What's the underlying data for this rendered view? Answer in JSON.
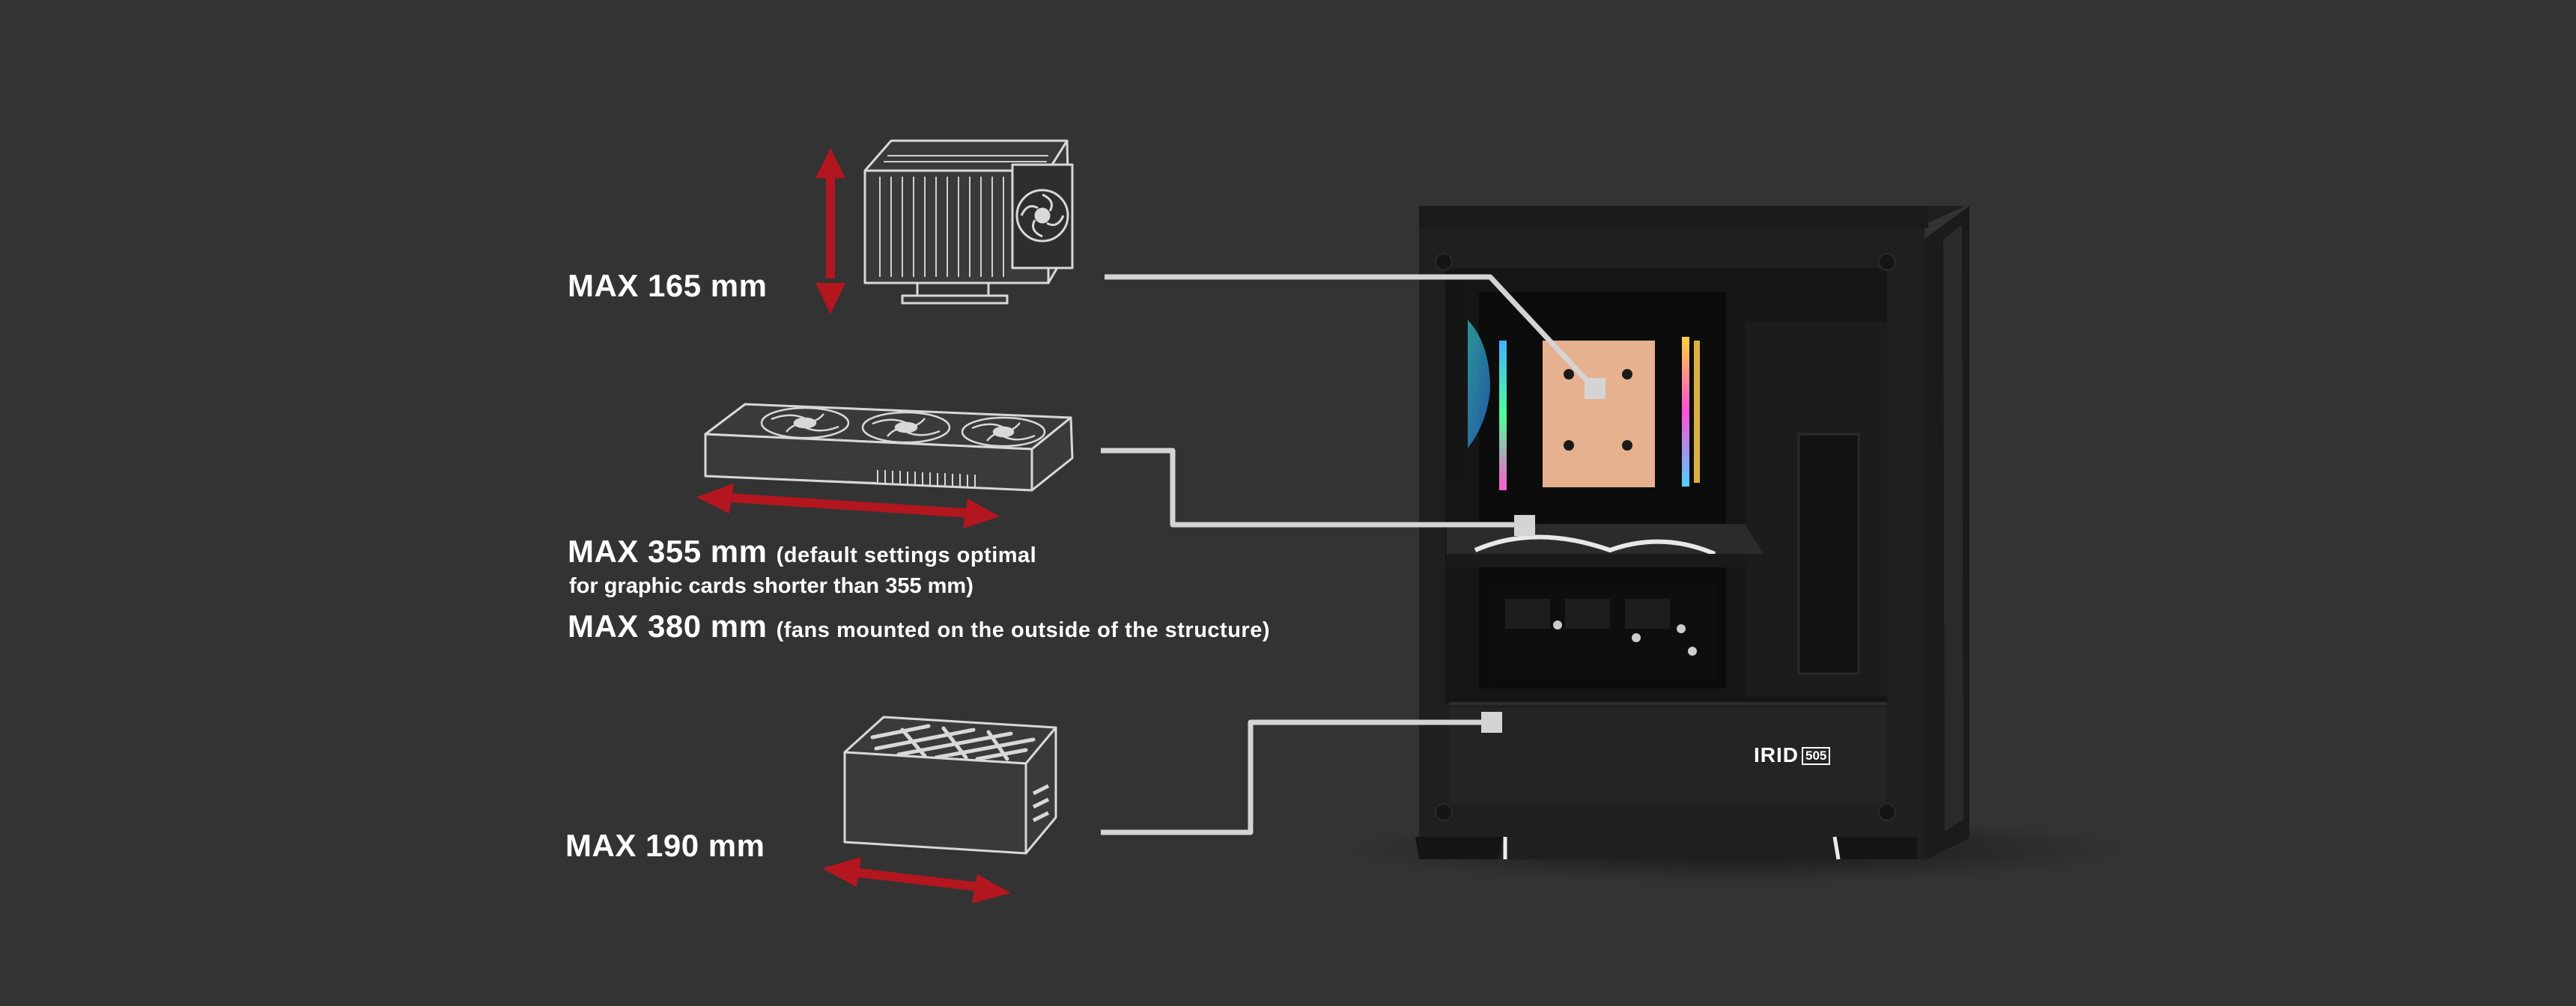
{
  "cooler": {
    "max": "MAX 165 mm"
  },
  "gpu": {
    "max_default": "MAX 355 mm",
    "note_default_line1": "(default settings optimal",
    "note_default_line2": "for graphic cards shorter than 355 mm)",
    "max_fans_outside": "MAX 380 mm",
    "note_fans_outside": "(fans mounted on the outside of the structure)"
  },
  "psu": {
    "max": "MAX 190 mm"
  },
  "case": {
    "brand": "IRID",
    "model_badge": "505"
  },
  "icons": [
    "cpu-cooler-icon",
    "graphics-card-icon",
    "power-supply-icon"
  ],
  "colors": {
    "background": "#333333",
    "arrow_red": "#b3161f",
    "leader_line": "#d4d4d4",
    "copper": "#e6b18f",
    "case_body": "#222222"
  }
}
